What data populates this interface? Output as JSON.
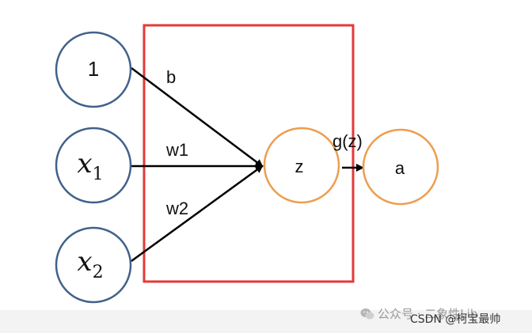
{
  "diagram": {
    "nodes": {
      "bias": {
        "label": "1"
      },
      "x1": {
        "var": "x",
        "sub": "1"
      },
      "x2": {
        "var": "x",
        "sub": "2"
      },
      "z": {
        "label": "z"
      },
      "a": {
        "label": "a"
      }
    },
    "edges": {
      "b": "b",
      "w1": "w1",
      "w2": "w2",
      "activation": "g(z)"
    }
  },
  "watermark": {
    "wechat_text": "公众号 · 二象性Lib",
    "csdn_text": "CSDN @柯宝最帅"
  },
  "colors": {
    "input_node_stroke": "#41618a",
    "output_node_stroke": "#ee9d4d",
    "box_stroke": "#e43838",
    "arrow": "#000000",
    "text": "#111111"
  }
}
